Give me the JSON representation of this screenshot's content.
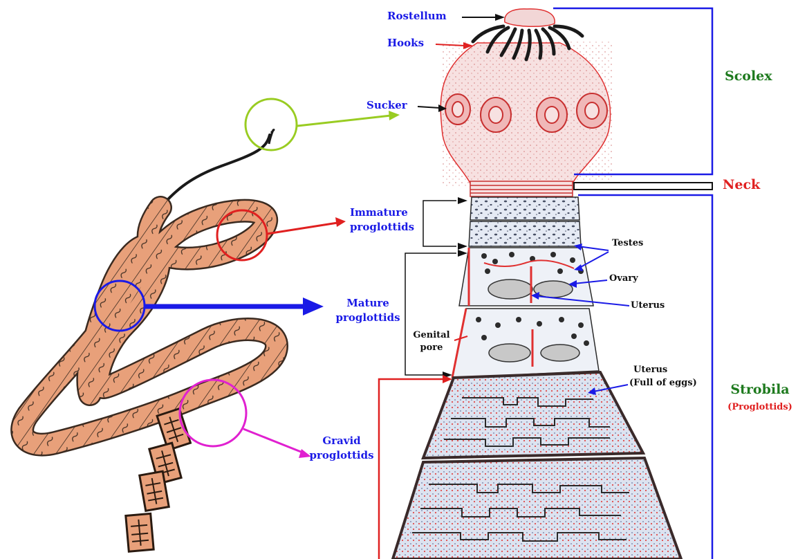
{
  "labels": {
    "rostellum": "Rostellum",
    "hooks": "Hooks",
    "sucker": "Sucker",
    "immature_line1": "Immature",
    "immature_line2": "proglottids",
    "mature_line1": "Mature",
    "mature_line2": "proglottids",
    "gravid_line1": "Gravid",
    "gravid_line2": "proglottids",
    "genital_line1": "Genital",
    "genital_line2": "pore",
    "testes": "Testes",
    "ovary": "Ovary",
    "uterus": "Uterus",
    "uterus_eggs_line1": "Uterus",
    "uterus_eggs_line2": "(Full of eggs)",
    "scolex": "Scolex",
    "neck": "Neck",
    "strobila": "Strobila",
    "strobila_sub": "(Proglottids)"
  },
  "colors": {
    "label_blue": "#1a1ae6",
    "scolex_green": "#1e7a1e",
    "neck_red": "#e02020",
    "bracket_blue": "#1a1ae6",
    "worm_fill": "#e8a07a",
    "worm_outline": "#3a2a20",
    "tissue_fill": "#f7e1e1",
    "proglottid_fill": "#dfe6f2",
    "circle_green": "#99cc22",
    "circle_red": "#e02020",
    "circle_blue": "#1a1ae6",
    "circle_magenta": "#e020d0"
  }
}
